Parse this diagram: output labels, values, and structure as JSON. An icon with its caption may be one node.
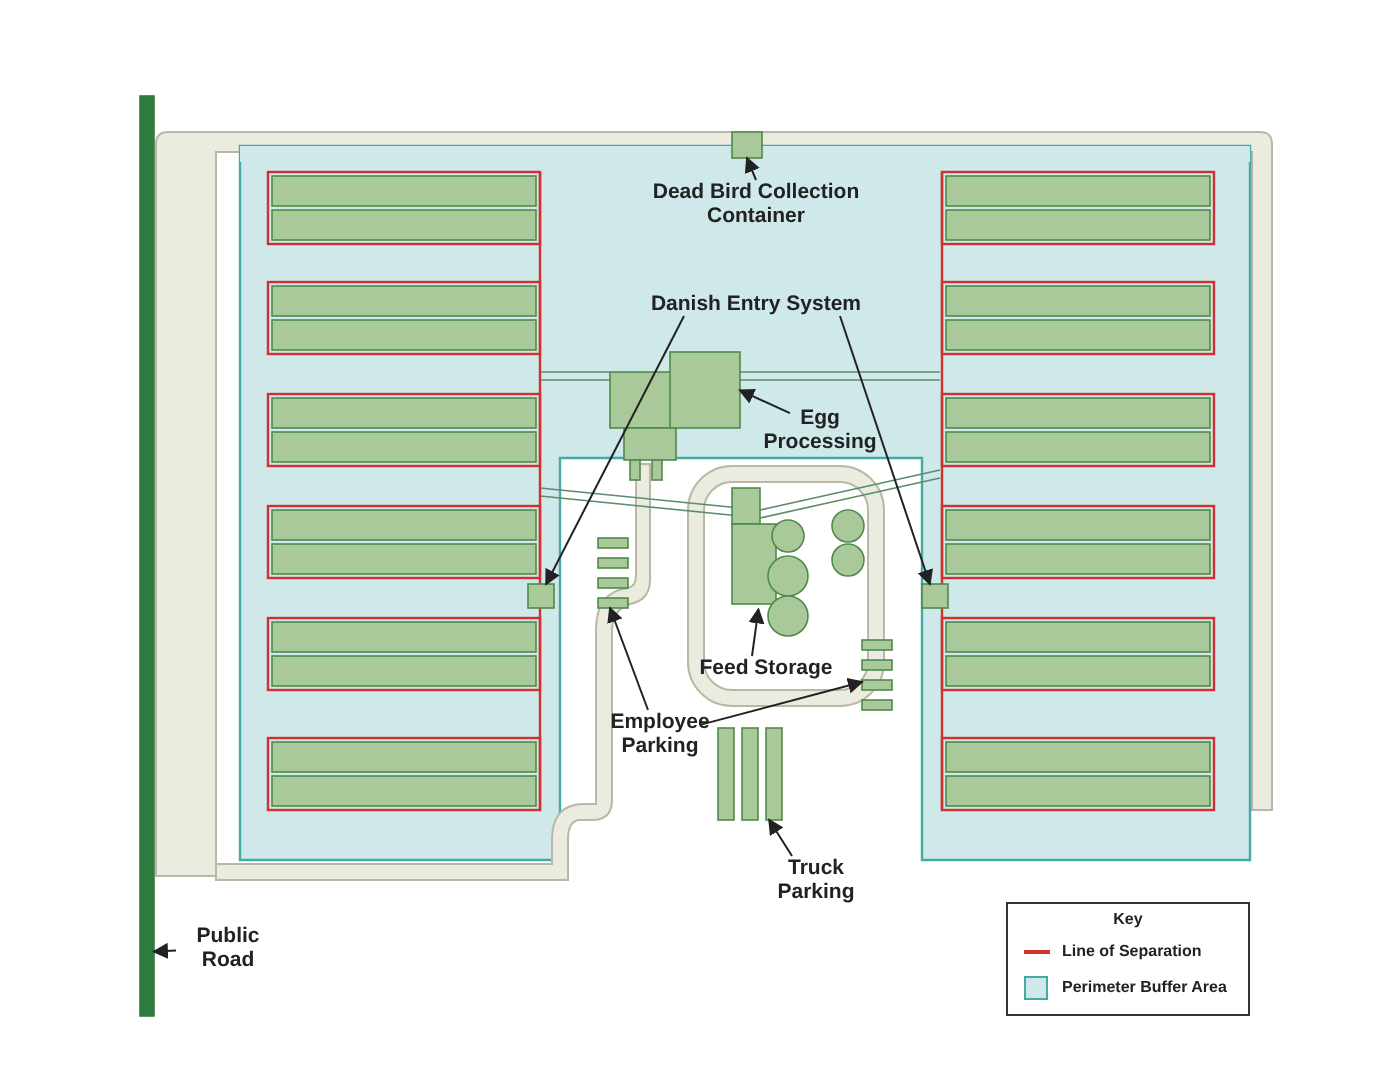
{
  "diagram": {
    "nodes": [
      {
        "text": [
          "Dead Bird Collection Container"
        ]
      },
      {
        "text": [],
        "shape": "box"
      },
      {
        "text": [
          "Danish Entry System"
        ]
      },
      {
        "text": [],
        "shape": "box"
      },
      {
        "text": [],
        "shape": "box"
      },
      {
        "text": [
          "Egg Processing"
        ]
      },
      {
        "text": [],
        "shape": "box"
      },
      {
        "text": [
          "Feed Storage"
        ]
      },
      {
        "text": [],
        "shape": "box"
      },
      {
        "text": [
          "Employee Parking"
        ]
      },
      {
        "text": [],
        "shape": "box"
      },
      {
        "text": [],
        "shape": "box"
      },
      {
        "text": [
          "Truck Parking"
        ]
      },
      {
        "text": [],
        "shape": "box"
      },
      {
        "text": [
          "Public Road"
        ]
      },
      {
        "text": [],
        "shape": "bar"
      }
    ],
    "edges": [
      {
        "from": 0,
        "to": 1,
        "arrow": "to"
      },
      {
        "from": 2,
        "to": 3,
        "arrow": "to"
      },
      {
        "from": 2,
        "to": 4,
        "arrow": "to"
      },
      {
        "from": 5,
        "to": 6,
        "arrow": "to"
      },
      {
        "from": 7,
        "to": 8,
        "arrow": "to"
      },
      {
        "from": 9,
        "to": 10,
        "arrow": "to"
      },
      {
        "from": 9,
        "to": 11,
        "arrow": "to"
      },
      {
        "from": 12,
        "to": 13,
        "arrow": "to"
      },
      {
        "from": 14,
        "to": 15,
        "arrow": "to"
      }
    ],
    "labels": [
      "Key"
    ],
    "legend": [
      {
        "text": "Line of Separation"
      },
      {
        "text": "Perimeter Buffer Area",
        "color": "#cfe8ea"
      }
    ]
  }
}
